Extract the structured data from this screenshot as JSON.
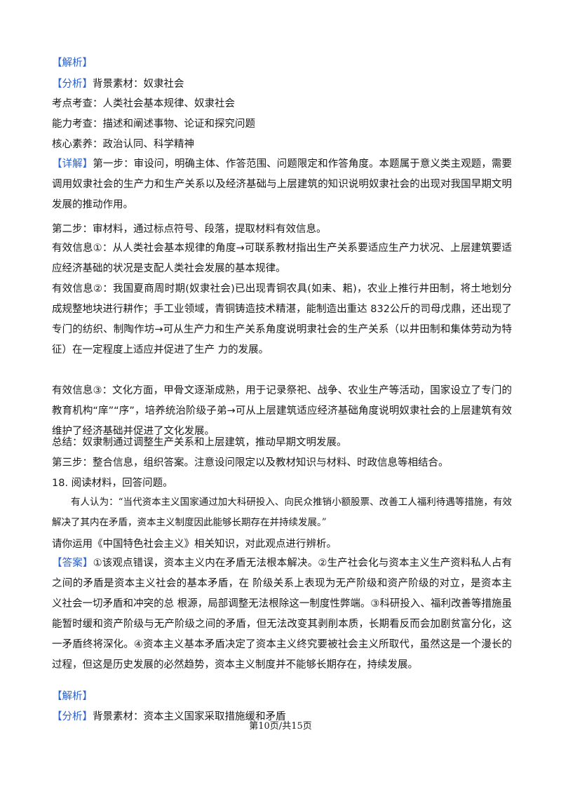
{
  "s1": {
    "jiexi": "【解析】",
    "fenxi_tag": "【分析】",
    "fenxi_text": "背景素材：奴隶社会",
    "kaodian": "考点考查：人类社会基本规律、奴隶社会",
    "nengli": "能力考查：描述和阐述事物、论证和探究问题",
    "hexin": "核心素养：政治认同、科学精神",
    "xiangjie_tag": "【详解】",
    "xiangjie_text": "第一步：审设问，明确主体、作答范围、问题限定和作答角度。本题属于意义类主观题，需要调用奴隶社会的生产力和生产关系以及经济基础与上层建筑的知识说明奴隶社会的出现对我国早期文明发展的推动作用。",
    "step2": "第二步：审材料，通过标点符号、段落，提取材料有效信息。",
    "info1": "有效信息①：从人类社会基本规律的角度→可联系教材指出生产关系要适应生产力状况、上层建筑要适应经济基础的状况是支配人类社会发展的基本规律。",
    "info2": "有效信息②：我国夏商周时期(奴隶社会)已出现青铜农具(如耒、耜)，农业上推行井田制，将土地划分成规整地块进行耕作；手工业领域，青铜铸造技术精湛，能制造出重达 832公斤的司母戊鼎，还出现了专门的纺织、制陶作坊→可从生产力和生产关系角度说明隶社会的生产关系（以井田制和集体劳动为特征）在一定程度上适应并促进了生产 力的发展。",
    "info3": "有效信息③：文化方面，甲骨文逐渐成熟，用于记录祭祀、战争、农业生产等活动，国家设立了专门的教育机构“庠”“序”，培养统治阶级子弟→可从上层建筑适应经济基础角度说明奴隶社会的上层建筑有效维护了经济基础并促进了文化发展。",
    "summary": "总结：奴隶制通过调整生产关系和上层建筑，推动早期文明发展。",
    "step3": "第三步：整合信息，组织答案。注意设问限定以及教材知识与材料、时政信息等相结合。"
  },
  "q18": {
    "title": "18. 阅读材料，回答问题。",
    "quote": "有人认为：“当代资本主义国家通过加大科研投入、向民众推销小额股票、改善工人福利待遇等措施，有效解决了其内在矛盾，资本主义制度因此能够长期存在并持续发展。”",
    "ask": "请你运用《中国特色社会主义》相关知识，对此观点进行辨析。",
    "answer_tag": "【答案】",
    "answer_text": "①该观点错误，资本主义内在矛盾无法根本解决。②生产社会化与资本主义生产资料私人占有之间的矛盾是资本主义社会的基本矛盾，在 阶级关系上表现为无产阶级和资产阶级的对立，是资本主义社会一切矛盾和冲突的总 根源，局部调整无法根除这一制度性弊端。③科研投入、福利改善等措施虽能暂时缓和资产阶级与无产阶级之间的矛盾，但无法改变其剥削本质，长期看反而会加剧贫富分化，这一矛盾终将深化。④资本主义基本矛盾决定了资本主义终究要被社会主义所取代，虽然这是一个漫长的过程，但这是历史发展的必然趋势，资本主义制度并不能够长期存在，持续发展。",
    "jiexi": "【解析】",
    "fenxi_tag": "【分析】",
    "fenxi_text": "背景素材：资本主义国家采取措施缓和矛盾"
  },
  "footer": "第10页/共15页"
}
